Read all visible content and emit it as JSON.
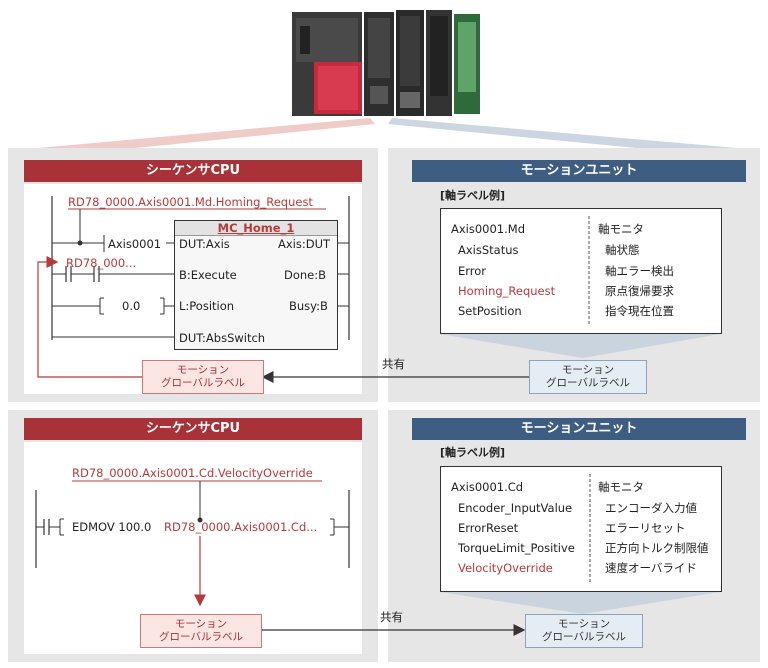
{
  "colors": {
    "seq_header": "#a83237",
    "motion_header": "#3d5d82",
    "accent_red": "#b73a3a",
    "panel_bg": "#e6e6e6"
  },
  "top": {
    "seq_title": "シーケンサCPU",
    "motion_title": "モーションユニット",
    "request_label": "RD78_0000.Axis0001.Md.Homing_Request",
    "fb_name": "MC_Home_1",
    "axis_label": "Axis0001",
    "rd78_contact": "RD78_000...",
    "position_value": "0.0",
    "fb_pins_left": [
      "DUT:Axis",
      "B:Execute",
      "L:Position",
      "DUT:AbsSwitch"
    ],
    "fb_pins_right": [
      "Axis:DUT",
      "Done:B",
      "Busy:B"
    ],
    "example_title": "[軸ラベル例]",
    "table": [
      {
        "name": "Axis0001.Md",
        "desc": "軸モニタ"
      },
      {
        "name": "AxisStatus",
        "desc": "軸状態"
      },
      {
        "name": "Error",
        "desc": "軸エラー検出"
      },
      {
        "name": "Homing_Request",
        "desc": "原点復帰要求"
      },
      {
        "name": "SetPosition",
        "desc": "指令現在位置"
      }
    ],
    "seq_global_l1": "モーション",
    "seq_global_l2": "グローバルラベル",
    "motion_global_l1": "モーション",
    "motion_global_l2": "グローバルラベル",
    "share": "共有"
  },
  "bottom": {
    "seq_title": "シーケンサCPU",
    "motion_title": "モーションユニット",
    "override_label": "RD78_0000.Axis0001.Cd.VelocityOverride",
    "instr_prefix": "EDMOV 100.0",
    "instr_dest": "RD78_0000.Axis0001.Cd...",
    "example_title": "[軸ラベル例]",
    "table": [
      {
        "name": "Axis0001.Cd",
        "desc": "軸モニタ"
      },
      {
        "name": "Encoder_InputValue",
        "desc": "エンコーダ入力値"
      },
      {
        "name": "ErrorReset",
        "desc": "エラーリセット"
      },
      {
        "name": "TorqueLimit_Positive",
        "desc": "正方向トルク制限値"
      },
      {
        "name": "VelocityOverride",
        "desc": "速度オーバライド"
      }
    ],
    "seq_global_l1": "モーション",
    "seq_global_l2": "グローバルラベル",
    "motion_global_l1": "モーション",
    "motion_global_l2": "グローバルラベル",
    "share": "共有"
  }
}
